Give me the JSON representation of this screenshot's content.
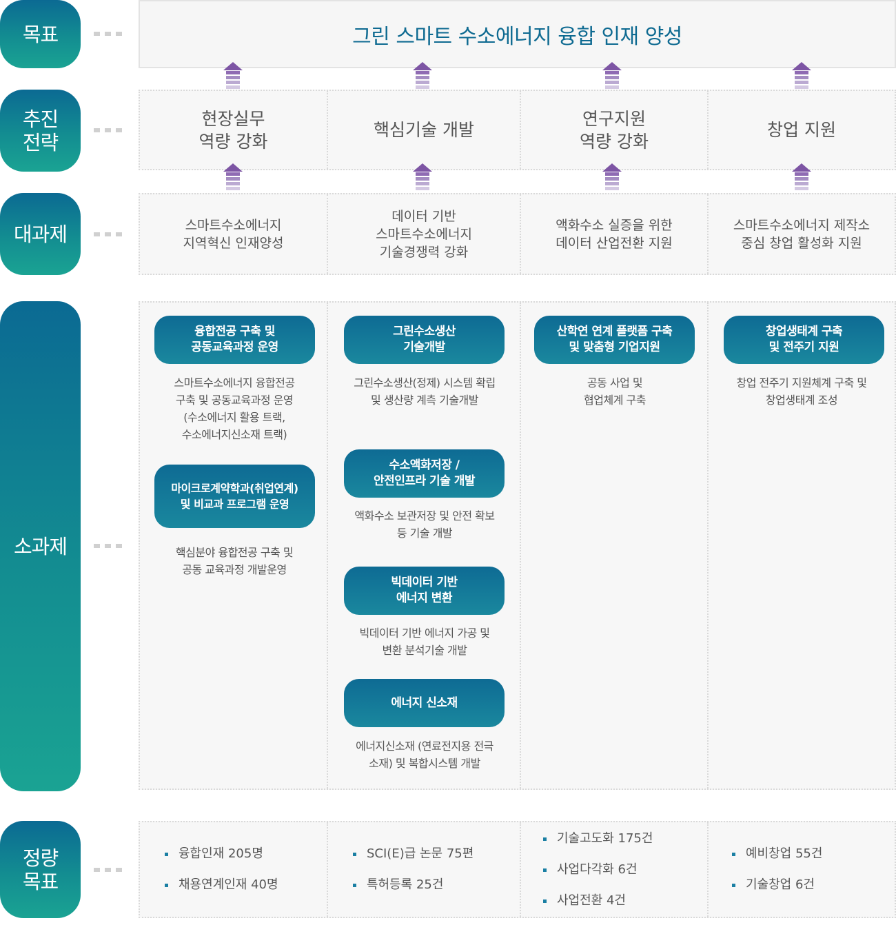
{
  "labels": {
    "goal": "목표",
    "strategy": "추진\n전략",
    "major": "대과제",
    "sub": "소과제",
    "kpi": "정량\n목표"
  },
  "goal_text": "그린 스마트 수소에너지 융합 인재 양성",
  "strategies": [
    "현장실무\n역량 강화",
    "핵심기술 개발",
    "연구지원\n역량 강화",
    "창업 지원"
  ],
  "major_tasks": [
    "스마트수소에너지\n지역혁신 인재양성",
    "데이터 기반\n스마트수소에너지\n기술경쟁력 강화",
    "액화수소 실증을 위한\n데이터 산업전환 지원",
    "스마트수소에너지 제작소\n중심 창업 활성화 지원"
  ],
  "sub_tasks": [
    [
      {
        "title": "융합전공 구축 및\n공동교육과정 운영",
        "desc": "스마트수소에너지 융합전공\n구축 및 공동교육과정 운영\n(수소에너지 활용 트랙,\n수소에너지신소재 트랙)"
      },
      {
        "title": "마이크로계약학과(취업연계)\n및 비교과 프로그램 운영",
        "desc": "핵심분야 융합전공 구축 및\n공동 교육과정 개발운영"
      }
    ],
    [
      {
        "title": "그린수소생산\n기술개발",
        "desc": "그린수소생산(정제) 시스템 확립\n및 생산량 계측 기술개발"
      },
      {
        "title": "수소액화저장 /\n안전인프라 기술 개발",
        "desc": "액화수소 보관저장 및 안전 확보\n등 기술 개발"
      },
      {
        "title": "빅데이터 기반\n에너지 변환",
        "desc": "빅데이터 기반 에너지 가공 및\n변환 분석기술 개발"
      },
      {
        "title": "에너지 신소재",
        "desc": "에너지신소재 (연료전지용 전극\n소재) 및 복합시스템 개발"
      }
    ],
    [
      {
        "title": "산학연 연계 플랫폼 구축\n및 맞춤형 기업지원",
        "desc": "공동 사업 및\n협업체계 구축"
      }
    ],
    [
      {
        "title": "창업생태계 구축\n및 전주기 지원",
        "desc": "창업 전주기 지원체계 구축 및\n창업생태계 조성"
      }
    ]
  ],
  "kpis": [
    [
      "융합인재 205명",
      "채용연계인재 40명"
    ],
    [
      "SCI(E)급 논문 75편",
      "특허등록 25건"
    ],
    [
      "기술고도화 175건",
      "사업다각화 6건",
      "사업전환 4건"
    ],
    [
      "예비창업 55건",
      "기술창업 6건"
    ]
  ],
  "colors": {
    "pill_top": "#0b6a93",
    "pill_bottom": "#1aa393",
    "goal_text": "#0e6a91",
    "arrow": "#7d55a4",
    "task_button": "#0e6b94"
  }
}
